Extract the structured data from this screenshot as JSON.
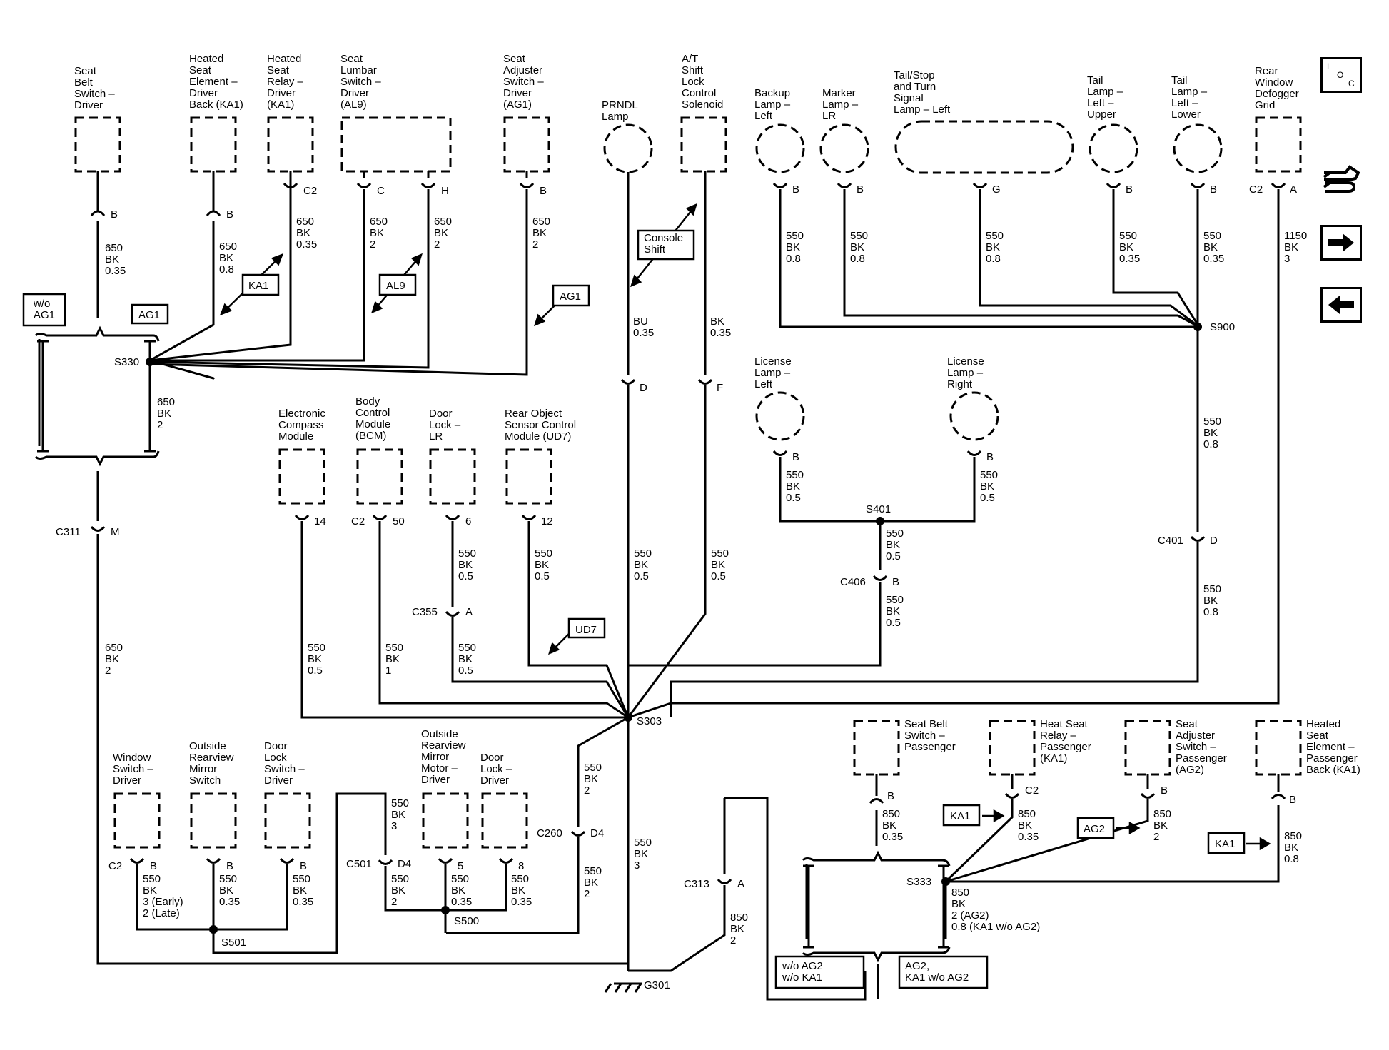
{
  "nav": {
    "loc_label": "L O C",
    "icons": [
      "loc-icon",
      "wrench-hand-icon",
      "arrow-right-icon",
      "arrow-left-icon"
    ]
  },
  "labels": {
    "t_seatbelt_drv": "Seat\nBelt\nSwitch –\nDriver",
    "t_htd_elem_drv": "Heated\nSeat\nElement –\nDriver\nBack (KA1)",
    "t_htd_relay_drv": "Heated\nSeat\nRelay –\nDriver\n(KA1)",
    "t_lumbar_drv": "Seat\nLumbar\nSwitch –\nDriver\n(AL9)",
    "t_seatadj_drv": "Seat\nAdjuster\nSwitch –\nDriver\n(AG1)",
    "t_prndl": "PRNDL\nLamp",
    "t_at_shift": "A/T\nShift\nLock\nControl\nSolenoid",
    "t_backup_l": "Backup\nLamp –\nLeft",
    "t_marker_lr": "Marker\nLamp –\nLR",
    "t_tailstop_l": "Tail/Stop\nand Turn\nSignal\nLamp – Left",
    "t_tail_l_up": "Tail\nLamp –\nLeft –\nUpper",
    "t_tail_l_low": "Tail\nLamp –\nLeft –\nLower",
    "t_defog": "Rear\nWindow\nDefogger\nGrid",
    "t_lic_l": "License\nLamp –\nLeft",
    "t_lic_r": "License\nLamp –\nRight",
    "t_compass": "Electronic\nCompass\nModule",
    "t_bcm": "Body\nControl\nModule\n(BCM)",
    "t_doorlock_lr": "Door\nLock –\nLR",
    "t_rear_obj": "Rear Object\nSensor Control\nModule (UD7)",
    "t_win_sw": "Window\nSwitch –\nDriver",
    "t_mirror_sw": "Outside\nRearview\nMirror\nSwitch",
    "t_doorlock_sw": "Door\nLock\nSwitch –\nDriver",
    "t_mirror_motor": "Outside\nRearview\nMirror\nMotor –\nDriver",
    "t_doorlock_drv": "Door\nLock –\nDriver",
    "t_seatbelt_pass": "Seat Belt\nSwitch –\nPassenger",
    "t_heat_relay_pass": "Heat Seat\nRelay –\nPassenger\n(KA1)",
    "t_seatadj_pass": "Seat\nAdjuster\nSwitch –\nPassenger\n(AG2)",
    "t_htd_elem_pass": "Heated\nSeat\nElement –\nPassenger\nBack (KA1)",
    "p_sb_drv": "B",
    "w_sb_drv": "650\nBK\n0.35",
    "p_he_drv": "B",
    "w_he_drv": "650\nBK\n0.8",
    "p_hr_drv": "C2",
    "w_hr_drv": "650\nBK\n0.35",
    "p_lum_c": "C",
    "w_lum_c": "650\nBK\n2",
    "p_lum_h": "H",
    "w_lum_h": "650\nBK\n2",
    "p_sa_drv": "B",
    "w_sa_drv": "650\nBK\n2",
    "b_ka1_1": "KA1",
    "b_al9": "AL9",
    "b_ag1": "AG1",
    "b_wo_ag1": "w/o\nAG1",
    "b_ag1_b": "AG1",
    "s330": "S330",
    "w_s330": "650\nBK\n2",
    "c311": "C311",
    "c311_pin": "M",
    "w_c311": "650\nBK\n2",
    "b_console": "Console\nShift",
    "w_prndl": "BU\n0.35",
    "w_atshift": "BK\n0.35",
    "p_prndl_d": "D",
    "p_at_f": "F",
    "w_prndl_low": "550\nBK\n0.5",
    "w_at_low": "550\nBK\n0.5",
    "p_bl": "B",
    "w_bl": "550\nBK\n0.8",
    "p_ml": "B",
    "w_ml": "550\nBK\n0.8",
    "p_ts": "G",
    "w_ts": "550\nBK\n0.8",
    "p_tu": "B",
    "w_tu": "550\nBK\n0.35",
    "p_tl": "B",
    "w_tl": "550\nBK\n0.35",
    "p_df_c2": "C2",
    "p_df_a": "A",
    "w_df": "1150\nBK\n3",
    "s900": "S900",
    "w_s900": "550\nBK\n0.8",
    "c401": "C401",
    "c401_pin": "D",
    "w_c401": "550\nBK\n0.8",
    "p_ll": "B",
    "w_ll": "550\nBK\n0.5",
    "p_lr": "B",
    "w_lr": "550\nBK\n0.5",
    "s401": "S401",
    "w_s401": "550\nBK\n0.5",
    "c406": "C406",
    "c406_pin": "B",
    "w_c406": "550\nBK\n0.5",
    "p_cm": "14",
    "w_cm": "550\nBK\n0.5",
    "p_bcm_c2": "C2",
    "p_bcm": "50",
    "w_bcm": "550\nBK\n1",
    "p_dl_lr": "6",
    "w_dl_lr": "550\nBK\n0.5",
    "c355": "C355",
    "c355_pin": "A",
    "w_c355": "550\nBK\n0.5",
    "p_ro": "12",
    "w_ro": "550\nBK\n0.5",
    "b_ud7": "UD7",
    "s303": "S303",
    "w_s303_mir": "550\nBK\n2",
    "c260": "C260",
    "c260_pin": "D4",
    "w_c260": "550\nBK\n2",
    "w_s303_g": "550\nBK\n3",
    "p_ws_c2": "C2",
    "p_ws": "B",
    "w_ws": "550\nBK\n3 (Early)\n2 (Late)",
    "p_ms": "B",
    "w_ms": "550\nBK\n0.35",
    "p_dls": "B",
    "w_dls": "550\nBK\n0.35",
    "s501": "S501",
    "w_s501_up": "550\nBK\n3",
    "c501": "C501",
    "c501_pin": "D4",
    "w_c501": "550\nBK\n2",
    "p_mm": "5",
    "w_mm": "550\nBK\n0.35",
    "p_dld": "8",
    "w_dld": "550\nBK\n0.35",
    "s500": "S500",
    "c313": "C313",
    "c313_pin": "A",
    "w_c313": "850\nBK\n2",
    "g301": "G301",
    "p_sbp": "B",
    "w_sbp": "850\nBK\n0.35",
    "p_hrp": "C2",
    "w_hrp": "850\nBK\n0.35",
    "p_sap": "B",
    "w_sap": "850\nBK\n2",
    "p_hep": "B",
    "w_hep": "850\nBK\n0.8",
    "b_ka1_2": "KA1",
    "b_ag2": "AG2",
    "b_ka1_3": "KA1",
    "s333": "S333",
    "w_s333": "850\nBK\n2 (AG2)\n0.8 (KA1 w/o AG2)",
    "b_wo_ag2": "w/o AG2\nw/o KA1",
    "b_ag2_ka1": "AG2,\nKA1 w/o AG2"
  }
}
